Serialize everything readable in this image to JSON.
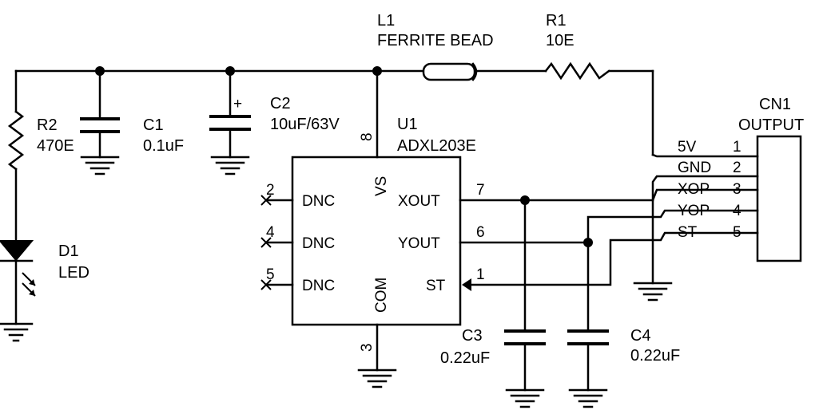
{
  "components": {
    "L1": {
      "ref": "L1",
      "value": "FERRITE BEAD"
    },
    "R1": {
      "ref": "R1",
      "value": "10E"
    },
    "R2": {
      "ref": "R2",
      "value": "470E"
    },
    "C1": {
      "ref": "C1",
      "value": "0.1uF"
    },
    "C2": {
      "ref": "C2",
      "value": "10uF/63V",
      "polarity": "+"
    },
    "C3": {
      "ref": "C3",
      "value": "0.22uF"
    },
    "C4": {
      "ref": "C4",
      "value": "0.22uF"
    },
    "D1": {
      "ref": "D1",
      "value": "LED"
    },
    "U1": {
      "ref": "U1",
      "value": "ADXL203E",
      "pins": {
        "vs": {
          "num": "8",
          "name": "VS"
        },
        "com": {
          "num": "3",
          "name": "COM"
        },
        "dnc1": {
          "num": "2",
          "name": "DNC"
        },
        "dnc2": {
          "num": "4",
          "name": "DNC"
        },
        "dnc3": {
          "num": "5",
          "name": "DNC"
        },
        "xout": {
          "num": "7",
          "name": "XOUT"
        },
        "yout": {
          "num": "6",
          "name": "YOUT"
        },
        "st": {
          "num": "1",
          "name": "ST"
        }
      }
    },
    "CN1": {
      "ref": "CN1",
      "value": "OUTPUT",
      "pins": [
        {
          "num": "1",
          "net": "5V"
        },
        {
          "num": "2",
          "net": "GND"
        },
        {
          "num": "3",
          "net": "XOP"
        },
        {
          "num": "4",
          "net": "YOP"
        },
        {
          "num": "5",
          "net": "ST"
        }
      ]
    }
  }
}
